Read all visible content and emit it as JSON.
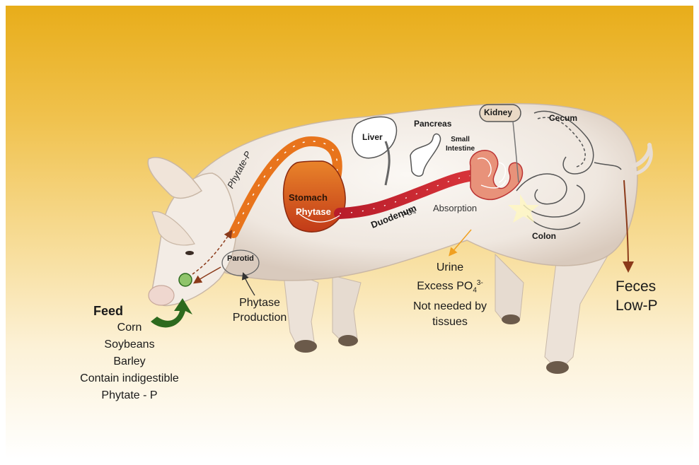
{
  "labels": {
    "phytate_p": "Phytate-P",
    "stomach": "Stomach",
    "phytase": "Phytase",
    "liver": "Liver",
    "pancreas": "Pancreas",
    "kidney": "Kidney",
    "cecum": "Cecum",
    "small_intestine_1": "Small",
    "small_intestine_2": "Intestine",
    "duodenum": "Duodenum",
    "po4": "PO₄",
    "absorption": "Absorption",
    "colon": "Colon",
    "parotid": "Parotid"
  },
  "phytase_production": [
    "Phytase",
    "Production"
  ],
  "feed": {
    "title": "Feed",
    "items": [
      "Corn",
      "Soybeans",
      "Barley",
      "Contain indigestible",
      "Phytate - P"
    ]
  },
  "urine": {
    "line1": "Urine",
    "line2": "Excess PO",
    "line2_sub": "4",
    "line2_sup": "3-",
    "line3": "Not needed by",
    "line4": "tissues"
  },
  "feces": [
    "Feces",
    "Low-P"
  ],
  "colors": {
    "pig_body": "#f4efea",
    "phytate_tube": "#e8741c",
    "stomach": "#d4561a",
    "intestine_red": "#c9282e",
    "feces_arrow": "#8b3a1a",
    "urine_arrow": "#f0a020",
    "feed_arrow": "#2d6a1e"
  }
}
